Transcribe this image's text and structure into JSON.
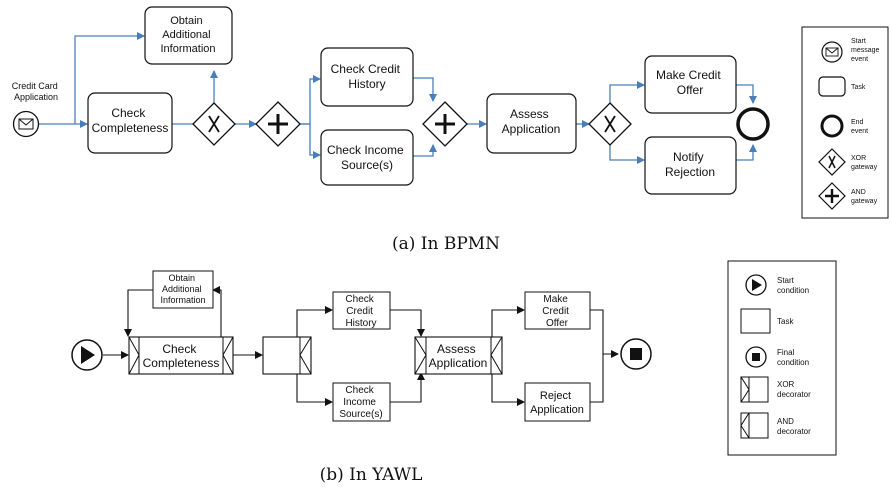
{
  "bpmn": {
    "caption": "(a) In BPMN",
    "start_event_label": [
      "Credit Card",
      "Application"
    ],
    "tasks": {
      "obtain_info": [
        "Obtain",
        "Additional",
        "Information"
      ],
      "check_completeness": [
        "Check",
        "Completeness"
      ],
      "check_credit_history": [
        "Check Credit",
        "History"
      ],
      "check_income_source": [
        "Check Income",
        "Source(s)"
      ],
      "assess_application": [
        "Assess",
        "Application"
      ],
      "make_credit_offer": [
        "Make Credit",
        "Offer"
      ],
      "notify_rejection": [
        "Notify",
        "Rejection"
      ]
    },
    "legend": {
      "start": [
        "Start",
        "message",
        "event"
      ],
      "task": [
        "Task"
      ],
      "end": [
        "End",
        "event"
      ],
      "xor": [
        "XOR",
        "gateway"
      ],
      "and": [
        "AND",
        "gateway"
      ]
    }
  },
  "yawl": {
    "caption": "(b) In YAWL",
    "tasks": {
      "obtain_info": [
        "Obtain",
        "Additional",
        "Information"
      ],
      "check_completeness": [
        "Check",
        "Completeness"
      ],
      "check_credit_history": [
        "Check",
        "Credit",
        "History"
      ],
      "check_income_source": [
        "Check",
        "Income",
        "Source(s)"
      ],
      "assess_application": [
        "Assess",
        "Application"
      ],
      "make_credit_offer": [
        "Make",
        "Credit",
        "Offer"
      ],
      "reject_application": [
        "Reject",
        "Application"
      ]
    },
    "legend": {
      "start": [
        "Start",
        "condition"
      ],
      "task": [
        "Task"
      ],
      "final": [
        "Final",
        "condition"
      ],
      "xor": [
        "XOR",
        "decorator"
      ],
      "and": [
        "AND",
        "decorator"
      ]
    }
  },
  "colors": {
    "bpmn_edge": "#4a7ebb",
    "stroke": "#111111"
  }
}
